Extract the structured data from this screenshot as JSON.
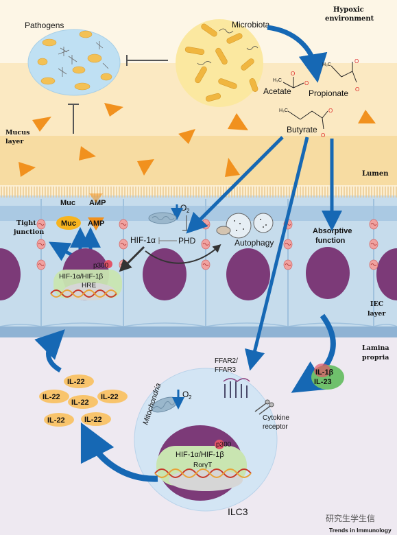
{
  "labels": {
    "pathogens": "Pathogens",
    "microbiota": "Microbiota",
    "hypoxic": [
      "Hypoxic",
      "environment"
    ],
    "acetate": "Acetate",
    "propionate": "Propionate",
    "butyrate": "Butyrate",
    "mucus_layer": [
      "Mucus",
      "layer"
    ],
    "lumen": "Lumen",
    "muc": "Muc",
    "amp": "AMP",
    "tight_junction": [
      "Tight",
      "junction"
    ],
    "o2": "O",
    "o2_sub": "2",
    "hif1a": "HIF-1α",
    "phd": "PHD",
    "autophagy": "Autophagy",
    "absorptive_function": [
      "Absorptive",
      "function"
    ],
    "p300": "p300",
    "hif_complex": "HIF-1α/HIF-1β",
    "hre": "HRE",
    "iec_layer": [
      "IEC",
      "layer"
    ],
    "lamina_propria": [
      "Lamina",
      "propria"
    ],
    "ffar": [
      "FFAR2/",
      "FFAR3"
    ],
    "il1b": "IL-1β",
    "il23": "IL-23",
    "cytokine_receptor": [
      "Cytokine",
      "receptor"
    ],
    "mitochondria": "Mitochondria",
    "il22": "IL-22",
    "rorgt": "RorγT",
    "ilc3": "ILC3",
    "watermark": "研究生学生信",
    "journal": "Trends in Immunology",
    "ch3": "H₃C",
    "o_minus": "O",
    "o_dbl": "O"
  },
  "colors": {
    "mucus_top": "#fbeec7",
    "mucus_band": "#f8dca0",
    "lumen": "#fcedc9",
    "epithelium": "#c4dcec",
    "nucleus": "#7c3a78",
    "lamina": "#ede8f1",
    "triangle": "#f1911e",
    "arrow_blue": "#1668b4",
    "ilc3_cell": "#d3e5f4",
    "il22": "#f8c46c",
    "il1b": "#6fc06c"
  }
}
